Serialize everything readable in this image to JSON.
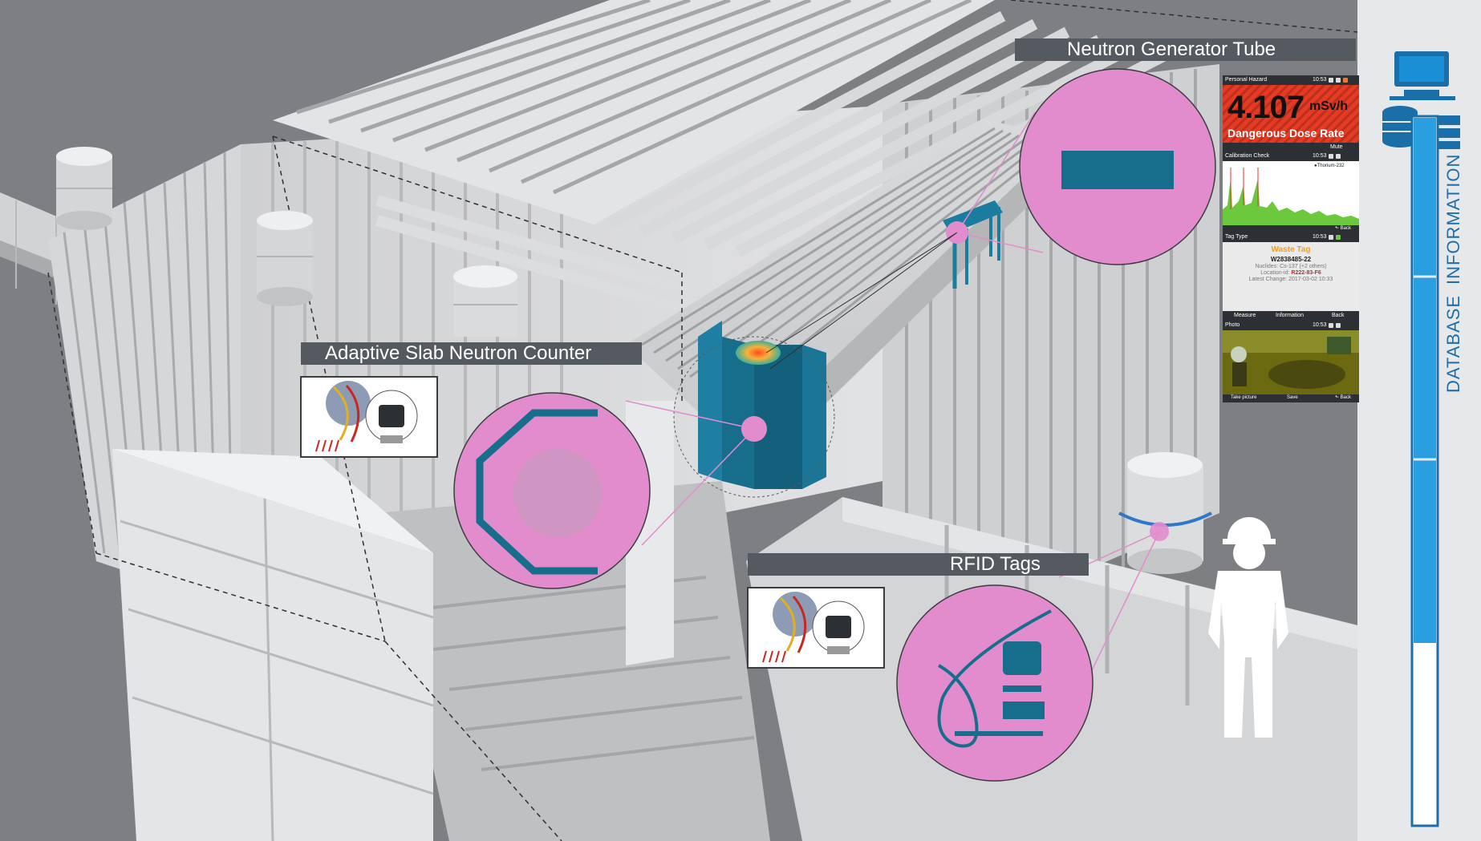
{
  "labels": {
    "neutron_tube": "Neutron Generator Tube",
    "slab_counter": "Adaptive Slab Neutron Counter",
    "rfid_tags": "RFID Tags"
  },
  "sidebar": {
    "title_database": "DATABASE",
    "title_information": "INFORMATION"
  },
  "phone": {
    "status_1": {
      "left": "Personal Hazard",
      "time": "10:53"
    },
    "dose_value": "4.107",
    "dose_unit": "mSv/h",
    "dose_caption": "Dangerous Dose Rate",
    "mute_label": "Mute",
    "status_2": {
      "left": "Calibration Check",
      "time": "10:53"
    },
    "spectrum_label": "●Thorium-232",
    "back_label": "⬑ Back",
    "status_3": {
      "left": "Tag Type",
      "time": "10:53"
    },
    "tag_title": "Waste Tag",
    "tag_id": "W2838485-22",
    "tag_nuclides": "Nuclides: Cs-137 (+2 others)",
    "tag_location_prefix": "Location-id:",
    "tag_location_value": "R222-83-F6",
    "tag_latest_change": "Latest Change: 2017-03-02 10:33",
    "btn_measure": "Measure",
    "btn_information": "Information",
    "btn_back": "Back",
    "status_4": {
      "left": "Photo",
      "time": "10:53"
    },
    "btn_take_picture": "Take picture",
    "btn_save": "Save"
  },
  "colors": {
    "highlight_pink": "#e28ccd",
    "equipment_teal": "#176d8c",
    "sidebar_blue": "#2a9fe0",
    "dose_red": "#e53a23",
    "label_bar": "#555a60",
    "waste_orange": "#f0a020"
  },
  "icons": [
    "computer-icon",
    "database-icon",
    "server-icon",
    "worker-icon"
  ]
}
